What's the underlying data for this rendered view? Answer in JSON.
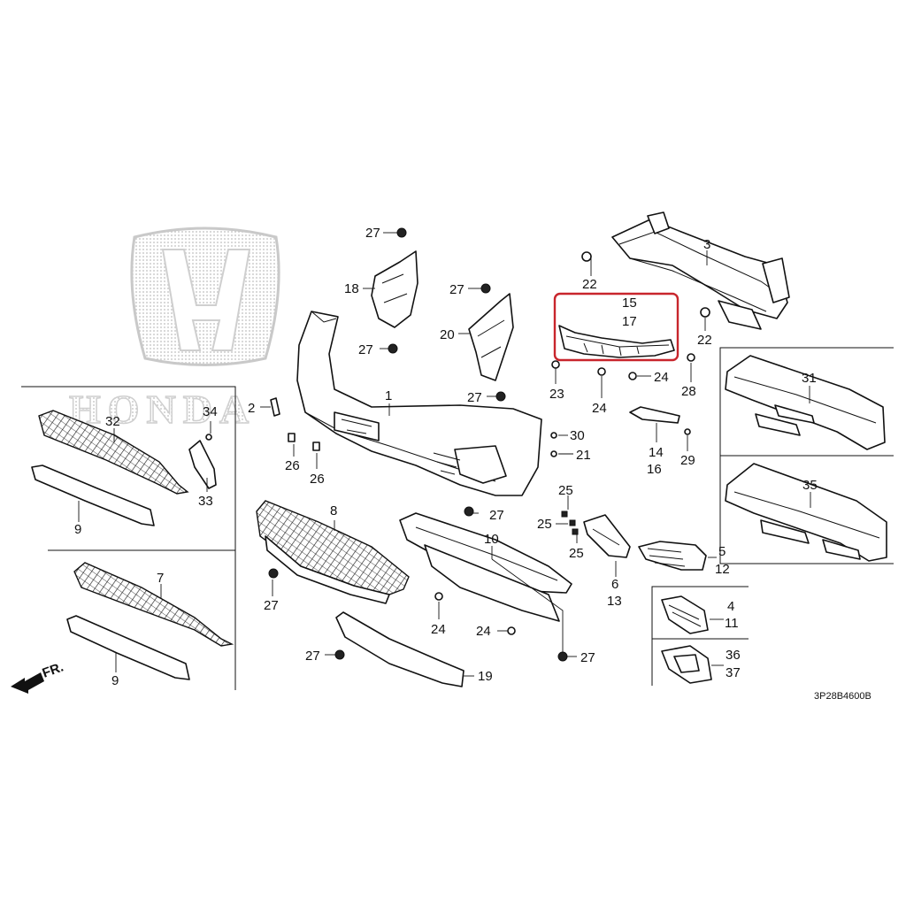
{
  "logo": {
    "brand": "HONDA"
  },
  "diagram_code": "3P28B4600B",
  "front_indicator": "FR.",
  "highlight": {
    "color": "#c8252c",
    "labels": [
      "15",
      "17"
    ]
  },
  "callouts": {
    "c1": "1",
    "c2": "2",
    "c3": "3",
    "c4": "4",
    "c5": "5",
    "c6": "6",
    "c7": "7",
    "c8": "8",
    "c9a": "9",
    "c9b": "9",
    "c10": "10",
    "c11": "11",
    "c12": "12",
    "c13": "13",
    "c14": "14",
    "c15": "15",
    "c16": "16",
    "c17": "17",
    "c18": "18",
    "c19": "19",
    "c20": "20",
    "c21": "21",
    "c22a": "22",
    "c22b": "22",
    "c23": "23",
    "c24a": "24",
    "c24b": "24",
    "c24c": "24",
    "c24d": "24",
    "c25a": "25",
    "c25b": "25",
    "c25c": "25",
    "c26a": "26",
    "c26b": "26",
    "c27a": "27",
    "c27b": "27",
    "c27c": "27",
    "c27d": "27",
    "c27e": "27",
    "c27f": "27",
    "c27g": "27",
    "c27h": "27",
    "c28": "28",
    "c29": "29",
    "c30": "30",
    "c31": "31",
    "c32": "32",
    "c33": "33",
    "c34": "34",
    "c35": "35",
    "c36": "36",
    "c37": "37"
  }
}
